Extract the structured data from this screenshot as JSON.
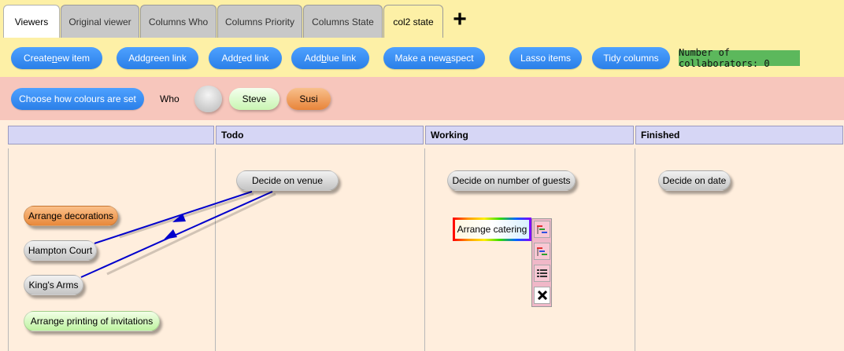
{
  "tabs": [
    {
      "label": "Viewers",
      "active": true
    },
    {
      "label": "Original viewer"
    },
    {
      "label": "Columns Who"
    },
    {
      "label": "Columns Priority"
    },
    {
      "label": "Columns State"
    },
    {
      "label": "col2 state"
    }
  ],
  "add_tab_symbol": "+",
  "toolbar": {
    "create_new_item": {
      "pre": "Create ",
      "hot": "n",
      "post": "ew item"
    },
    "add_green_link": {
      "pre": "Add ",
      "hot": "g",
      "post": "reen link"
    },
    "add_red_link": {
      "pre": "Add ",
      "hot": "r",
      "post": "ed link"
    },
    "add_blue_link": {
      "pre": "Add ",
      "hot": "b",
      "post": "lue link"
    },
    "make_new_aspect": {
      "pre": "Make a new ",
      "hot": "a",
      "post": "spect"
    },
    "lasso_items": "Lasso items",
    "tidy_columns": "Tidy columns",
    "collaborators": "Number of collaborators: 0"
  },
  "colourbar": {
    "choose_colours": "Choose how colours are set",
    "who_label": "Who",
    "people": [
      {
        "name": "",
        "color": "#c8c8c8"
      },
      {
        "name": "Steve",
        "color": "#d9fbc8"
      },
      {
        "name": "Susi",
        "color": "#f0a060"
      }
    ]
  },
  "columns": [
    "",
    "Todo",
    "Working",
    "Finished"
  ],
  "items": {
    "arrange_decorations": "Arrange decorations",
    "hampton_court": "Hampton Court",
    "kings_arms": "King's Arms",
    "arrange_printing": "Arrange printing of invitations",
    "decide_on_venue": "Decide on venue",
    "decide_guests": "Decide on number of guests",
    "decide_date": "Decide on date",
    "arrange_catering": "Arrange catering"
  },
  "colors": {
    "accent": "#2a7fe8",
    "link_blue": "#0000cc",
    "header_bg": "#d6d6f5",
    "tab_bar_bg": "#fdf0a6",
    "colour_bar_bg": "#f7c6bc",
    "board_bg": "#ffeedd"
  },
  "icons": [
    "plus-icon",
    "flow-icon",
    "flow-icon",
    "list-icon",
    "close-icon"
  ]
}
